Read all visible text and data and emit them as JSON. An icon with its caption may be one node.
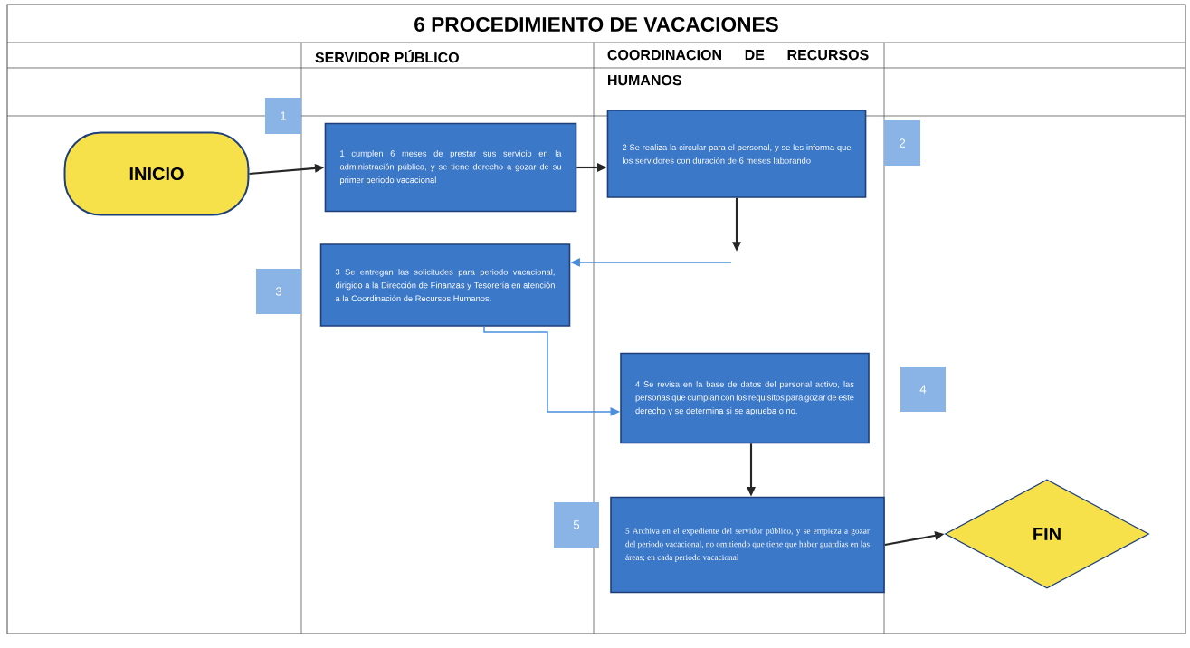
{
  "diagram": {
    "title": "6 PROCEDIMIENTO DE VACACIONES",
    "nodes": [
      {
        "text": [
          "INICIO"
        ]
      },
      {
        "text": [
          "1 cumplen 6 meses de prestar sus servicio en la administración pública, y se tiene derecho a gozar de su primer periodo vacacional"
        ]
      },
      {
        "text": [
          "2 Se realiza la circular para el personal, y se les informa que los servidores con duración de 6 meses laborando"
        ]
      },
      {
        "text": [
          "3 Se entregan las solicitudes para periodo vacacional, dirigido a la Dirección de Finanzas y Tesorería en atención a la Coordinación de Recursos Humanos."
        ]
      },
      {
        "text": [
          "4 Se revisa en la base de datos del personal activo, las personas que cumplan con los requisitos para gozar de este derecho y se determina si se aprueba o no."
        ]
      },
      {
        "text": [
          "5 Archiva en el expediente del servidor público, y se empieza a gozar del periodo vacacional, no omitiendo que tiene que haber guardias en las áreas; en cada periodo vacacional"
        ]
      },
      {
        "text": [
          "FIN"
        ]
      },
      {
        "text": [
          "1"
        ]
      },
      {
        "text": [
          "2"
        ]
      },
      {
        "text": [
          "3"
        ]
      },
      {
        "text": [
          "4"
        ]
      },
      {
        "text": [
          "5"
        ]
      }
    ],
    "edges": [
      {
        "from": 0,
        "to": 1,
        "arrow": "to"
      },
      {
        "from": 1,
        "to": 2,
        "arrow": "to"
      },
      {
        "from": 2,
        "to": null,
        "arrow": "to"
      },
      {
        "from": null,
        "to": 3,
        "arrow": "to",
        "color": "#4a8fdc"
      },
      {
        "from": 3,
        "to": 4,
        "arrow": "to",
        "color": "#4a8fdc"
      },
      {
        "from": 4,
        "to": 5,
        "arrow": "to"
      },
      {
        "from": 5,
        "to": 6,
        "arrow": "to"
      }
    ],
    "labels": [
      "SERVIDOR PÚBLICO",
      "COORDINACION DE RECURSOS HUMANOS"
    ]
  }
}
